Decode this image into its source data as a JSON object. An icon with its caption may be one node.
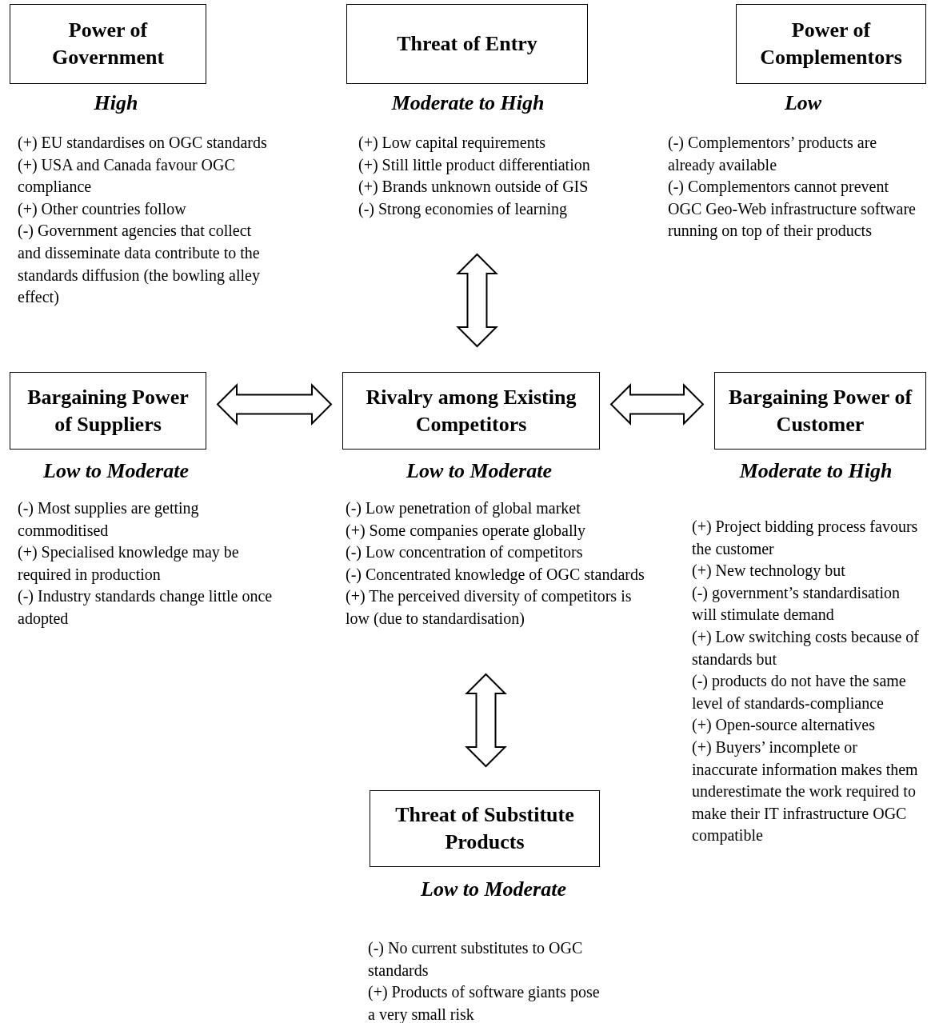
{
  "diagram": {
    "nodes": [
      {
        "text": [
          "Power of Government"
        ],
        "beside": [
          "High",
          "(+) EU standardises on OGC standards",
          "(+) USA and Canada favour OGC compliance",
          "(+) Other countries follow",
          "(-) Government agencies that collect and disseminate data contribute to the standards diffusion (the bowling alley effect)"
        ]
      },
      {
        "text": [
          "Threat of Entry"
        ],
        "beside": [
          "Moderate to High",
          "(+) Low capital requirements",
          "(+) Still little product differentiation",
          "(+) Brands unknown outside of GIS",
          "(-)  Strong economies of learning"
        ]
      },
      {
        "text": [
          "Power of Complementors"
        ],
        "beside": [
          "Low",
          "(-) Complementors’ products are already available",
          "(-) Complementors cannot prevent OGC Geo-Web infrastructure software running on top of their products"
        ]
      },
      {
        "text": [
          "Bargaining Power of Suppliers"
        ],
        "beside": [
          "Low to Moderate",
          "(-) Most supplies are getting commoditised",
          "(+) Specialised knowledge may be required in production",
          "(-) Industry standards change little once adopted"
        ]
      },
      {
        "text": [
          "Rivalry among Existing Competitors"
        ],
        "beside": [
          "Low to Moderate",
          "(-) Low penetration of global market",
          "(+) Some companies operate globally",
          "(-) Low concentration of competitors",
          "(-) Concentrated knowledge of OGC standards",
          "(+) The perceived diversity of competitors is low (due to standardisation)"
        ]
      },
      {
        "text": [
          "Bargaining Power of Customer"
        ],
        "beside": [
          "Moderate to High",
          "(+) Project bidding process favours the customer",
          "(+) New technology but",
          "(-) government’s standardisation will stimulate demand",
          "(+) Low switching costs because of standards but",
          "(-) products do not have the same level of standards-compliance",
          "(+) Open-source alternatives",
          "(+) Buyers’ incomplete or inaccurate information makes them underestimate the work required to make their IT infrastructure OGC compatible"
        ]
      },
      {
        "text": [
          "Threat of Substitute Products"
        ],
        "beside": [
          "Low to Moderate",
          "(-)  No current substitutes to OGC standards",
          "(+) Products of software giants pose a very small risk"
        ]
      }
    ],
    "edges": [
      {
        "from": 1,
        "to": 4,
        "arrow": "both"
      },
      {
        "from": 3,
        "to": 4,
        "arrow": "both"
      },
      {
        "from": 4,
        "to": 5,
        "arrow": "both"
      },
      {
        "from": 4,
        "to": 6,
        "arrow": "both"
      }
    ]
  }
}
